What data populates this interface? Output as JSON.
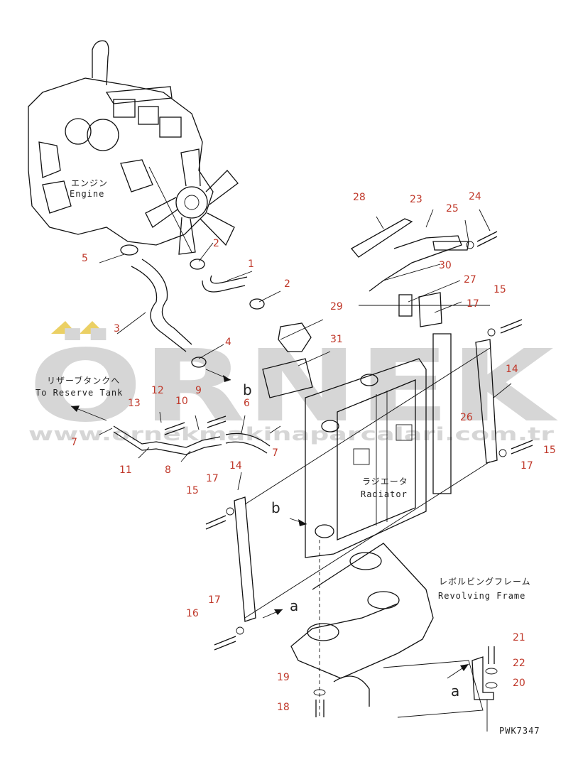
{
  "watermark": {
    "brand": "ÖRNEK",
    "url": "www.ornekmakinaparcalari.com.tr",
    "accent": "#e8c84a",
    "gray": "#cfcfcf"
  },
  "labels": {
    "engine_jp": "エンジン",
    "engine_en": "Engine",
    "reserve_jp": "リザーブタンクへ",
    "reserve_en": "To Reserve Tank",
    "radiator_jp": "ラジエータ",
    "radiator_en": "Radiator",
    "frame_jp": "レボルビングフレーム",
    "frame_en": "Revolving Frame",
    "drawing_code": "PWK7347"
  },
  "letters": {
    "a1": "a",
    "a2": "a",
    "b1": "b",
    "b2": "b"
  },
  "callouts": {
    "c1": "1",
    "c2a": "2",
    "c2b": "2",
    "c3": "3",
    "c4": "4",
    "c5": "5",
    "c6": "6",
    "c7a": "7",
    "c7b": "7",
    "c8": "8",
    "c9": "9",
    "c10": "10",
    "c11": "11",
    "c12": "12",
    "c13": "13",
    "c14a": "14",
    "c14b": "14",
    "c15a": "15",
    "c15b": "15",
    "c15c": "15",
    "c16": "16",
    "c17a": "17",
    "c17b": "17",
    "c17c": "17",
    "c17d": "17",
    "c18": "18",
    "c19": "19",
    "c20": "20",
    "c21": "21",
    "c22": "22",
    "c23": "23",
    "c24": "24",
    "c25": "25",
    "c26": "26",
    "c27": "27",
    "c28": "28",
    "c29": "29",
    "c30": "30",
    "c31": "31"
  },
  "colors": {
    "callout": "#c0392b",
    "line": "#111111"
  }
}
